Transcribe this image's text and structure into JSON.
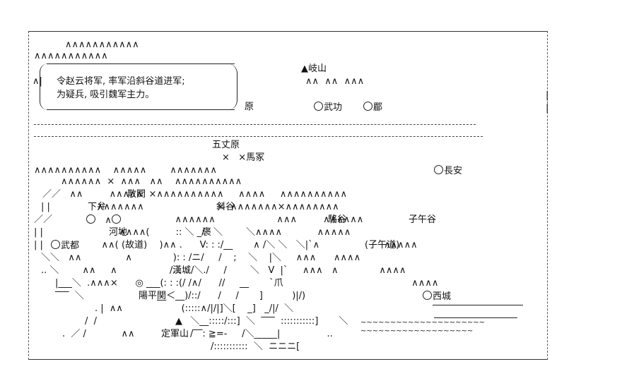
{
  "narration": {
    "line1": "令赵云将军, 率军沿斜谷道进军;",
    "line2": "为疑兵, 吸引魏军主力。"
  },
  "places": {
    "qishan": "岐山",
    "yuan": "原",
    "wugong": "武功",
    "mei": "郿",
    "wuzhangyuan": "五丈原",
    "majia": "×馬冢",
    "changan": "長安",
    "sanguan": "散関",
    "xiabian": "下弁",
    "xiegu": "斜谷",
    "luogu": "駱谷",
    "ziwugu": "子午谷",
    "hedi": "河地",
    "baogu": "褒",
    "wudu": "武都",
    "gudao": "(故道)",
    "ziwudao": "(子午道)",
    "hancheng": "漢城",
    "yangpingguan": "陽平関",
    "xicheng": "西城",
    "dingjunshan": "定軍山"
  }
}
